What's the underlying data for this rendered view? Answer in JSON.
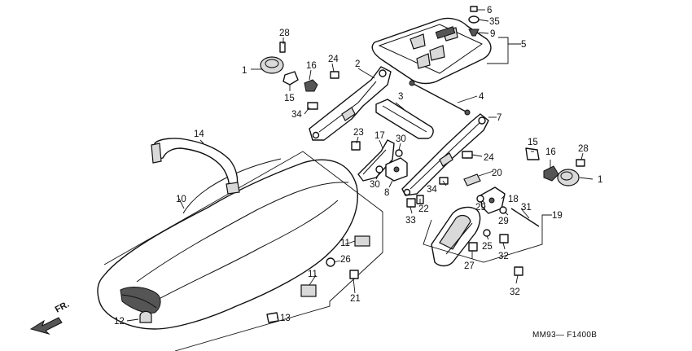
{
  "callouts": [
    {
      "id": "c28a",
      "label": "28"
    },
    {
      "id": "c1a",
      "label": "1"
    },
    {
      "id": "c16a",
      "label": "16"
    },
    {
      "id": "c15a",
      "label": "15"
    },
    {
      "id": "c24a",
      "label": "24"
    },
    {
      "id": "c2",
      "label": "2"
    },
    {
      "id": "c34a",
      "label": "34"
    },
    {
      "id": "c6",
      "label": "6"
    },
    {
      "id": "c35",
      "label": "35"
    },
    {
      "id": "c9",
      "label": "9"
    },
    {
      "id": "c5",
      "label": "5"
    },
    {
      "id": "c4",
      "label": "4"
    },
    {
      "id": "c3",
      "label": "3"
    },
    {
      "id": "c7",
      "label": "7"
    },
    {
      "id": "c14",
      "label": "14"
    },
    {
      "id": "c23",
      "label": "23"
    },
    {
      "id": "c17",
      "label": "17"
    },
    {
      "id": "c30a",
      "label": "30"
    },
    {
      "id": "c30b",
      "label": "30"
    },
    {
      "id": "c8",
      "label": "8"
    },
    {
      "id": "c24b",
      "label": "24"
    },
    {
      "id": "c15b",
      "label": "15"
    },
    {
      "id": "c16b",
      "label": "16"
    },
    {
      "id": "c28b",
      "label": "28"
    },
    {
      "id": "c1b",
      "label": "1"
    },
    {
      "id": "c20",
      "label": "20"
    },
    {
      "id": "c34b",
      "label": "34"
    },
    {
      "id": "c18",
      "label": "18"
    },
    {
      "id": "c29a",
      "label": "29"
    },
    {
      "id": "c29b",
      "label": "29"
    },
    {
      "id": "c31",
      "label": "31"
    },
    {
      "id": "c19",
      "label": "19"
    },
    {
      "id": "c22",
      "label": "22"
    },
    {
      "id": "c33",
      "label": "33"
    },
    {
      "id": "c10",
      "label": "10"
    },
    {
      "id": "c25",
      "label": "25"
    },
    {
      "id": "c27",
      "label": "27"
    },
    {
      "id": "c32a",
      "label": "32"
    },
    {
      "id": "c32b",
      "label": "32"
    },
    {
      "id": "c11a",
      "label": "11"
    },
    {
      "id": "c26",
      "label": "26"
    },
    {
      "id": "c11b",
      "label": "11"
    },
    {
      "id": "c21",
      "label": "21"
    },
    {
      "id": "c12",
      "label": "12"
    },
    {
      "id": "c13",
      "label": "13"
    }
  ],
  "direction_label": "FR.",
  "diagram_code": "MM93— F1400B"
}
